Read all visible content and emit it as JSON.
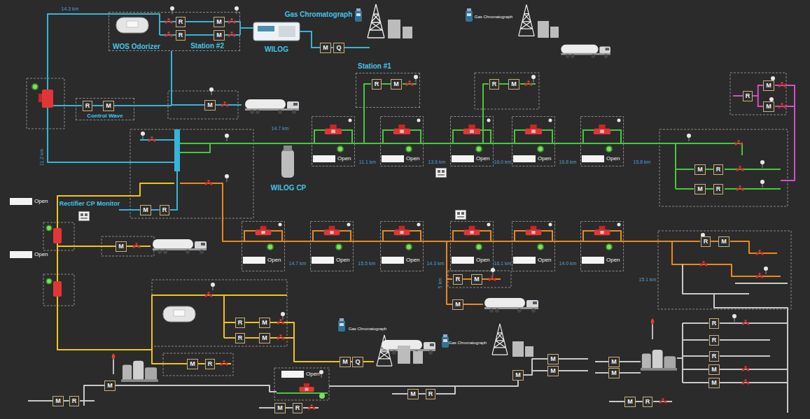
{
  "diagram": {
    "nodes": [
      {
        "text": [
          "Station #2"
        ]
      },
      {
        "text": [
          "R"
        ],
        "in": 0
      },
      {
        "text": [
          "M"
        ],
        "in": 0
      },
      {
        "text": [
          "R"
        ],
        "in": 0
      },
      {
        "text": [
          "M"
        ],
        "in": 0
      },
      {
        "text": [
          "M"
        ]
      },
      {
        "text": [
          "Q"
        ]
      },
      {
        "text": [
          "Station #1"
        ]
      },
      {
        "text": [
          "R"
        ],
        "in": 7
      },
      {
        "text": [
          "M"
        ],
        "in": 7
      },
      {
        "text": [
          "R"
        ]
      },
      {
        "text": [
          "M"
        ]
      },
      {
        "text": [
          "R"
        ]
      },
      {
        "text": [
          "M"
        ]
      },
      {
        "text": [
          "M"
        ]
      },
      {
        "text": [
          "Control Wave"
        ]
      },
      {
        "text": [
          "R"
        ],
        "in": 15
      },
      {
        "text": [
          "M"
        ],
        "in": 15
      },
      {
        "text": [
          "M"
        ]
      },
      {
        "text": [
          "Open"
        ]
      },
      {
        "text": [
          "Open"
        ]
      },
      {
        "text": [
          "Open"
        ]
      },
      {
        "text": [
          "Open"
        ]
      },
      {
        "text": [
          "Open"
        ]
      },
      {
        "text": [
          "M"
        ]
      },
      {
        "text": [
          "R"
        ]
      },
      {
        "text": [
          "M"
        ]
      },
      {
        "text": [
          "R"
        ]
      },
      {
        "text": [
          "Open"
        ]
      },
      {
        "text": [
          "M"
        ]
      },
      {
        "text": [
          "R"
        ]
      },
      {
        "text": [
          "M"
        ]
      },
      {
        "text": [
          "Open"
        ]
      },
      {
        "text": [
          "Open"
        ]
      },
      {
        "text": [
          "Open"
        ]
      },
      {
        "text": [
          "Open"
        ]
      },
      {
        "text": [
          "Open"
        ]
      },
      {
        "text": [
          "Open"
        ]
      },
      {
        "text": [
          "Open"
        ]
      },
      {
        "text": [
          "R"
        ]
      },
      {
        "text": [
          "M"
        ]
      },
      {
        "text": [
          "R"
        ]
      },
      {
        "text": [
          "M"
        ]
      },
      {
        "text": [
          "M"
        ]
      },
      {
        "text": [
          "R"
        ]
      },
      {
        "text": [
          "M"
        ]
      },
      {
        "text": [
          "R"
        ]
      },
      {
        "text": [
          "M"
        ]
      },
      {
        "text": [
          "M"
        ]
      },
      {
        "text": [
          "Q"
        ]
      },
      {
        "text": [
          "M"
        ]
      },
      {
        "text": [
          "R"
        ]
      },
      {
        "text": [
          "Open"
        ]
      },
      {
        "text": [
          "M"
        ]
      },
      {
        "text": [
          "M"
        ]
      },
      {
        "text": [
          "M"
        ]
      },
      {
        "text": [
          "R"
        ]
      },
      {
        "text": [
          "R"
        ]
      },
      {
        "text": [
          "R"
        ]
      },
      {
        "text": [
          "M"
        ]
      },
      {
        "text": [
          "M"
        ]
      },
      {
        "text": [
          "M"
        ]
      },
      {
        "text": [
          "M"
        ]
      },
      {
        "text": [
          "M"
        ]
      },
      {
        "text": [
          "M"
        ]
      },
      {
        "text": [
          "R"
        ]
      },
      {
        "text": [
          "M"
        ]
      },
      {
        "text": [
          "R"
        ]
      },
      {
        "text": [
          "M"
        ]
      },
      {
        "text": [
          "R"
        ]
      },
      {
        "text": [
          "M"
        ]
      },
      {
        "text": [
          "R"
        ]
      }
    ],
    "edges": [
      {
        "from": 1,
        "to": 2,
        "arrow": "none"
      },
      {
        "from": 3,
        "to": 4,
        "arrow": "none"
      },
      {
        "from": 5,
        "to": 6,
        "arrow": "none"
      },
      {
        "from": 8,
        "to": 9,
        "arrow": "none"
      },
      {
        "from": 10,
        "to": 11,
        "arrow": "none"
      },
      {
        "from": 12,
        "to": 13,
        "arrow": "none"
      },
      {
        "from": 12,
        "to": 14,
        "arrow": "none"
      },
      {
        "from": 16,
        "to": 17,
        "arrow": "none"
      },
      {
        "from": 24,
        "to": 25,
        "arrow": "none"
      },
      {
        "from": 26,
        "to": 27,
        "arrow": "none"
      },
      {
        "from": 29,
        "to": 30,
        "arrow": "none"
      },
      {
        "from": 39,
        "to": 40,
        "arrow": "none"
      },
      {
        "from": 41,
        "to": 42,
        "arrow": "none"
      },
      {
        "from": 44,
        "to": 45,
        "arrow": "none"
      },
      {
        "from": 46,
        "to": 47,
        "arrow": "none"
      },
      {
        "from": 48,
        "to": 49,
        "arrow": "none"
      },
      {
        "from": 50,
        "to": 51,
        "arrow": "none"
      },
      {
        "from": 64,
        "to": 65,
        "arrow": "none"
      },
      {
        "from": 66,
        "to": 67,
        "arrow": "none"
      },
      {
        "from": 68,
        "to": 69,
        "arrow": "none"
      },
      {
        "from": 70,
        "to": 71,
        "arrow": "none"
      }
    ],
    "labels": [
      "14.3 km",
      "WOS Odorizer",
      "WILOG",
      "Gas Chromatograph",
      "Gas Chromatograph",
      "11.2 km",
      "14.7 km",
      "11.1 km",
      "13.6 km",
      "16.0 km",
      "16.8 km",
      "15.8 km",
      "WILOG CP",
      "Rectifier CP Monitor",
      "14.7 km",
      "15.5 km",
      "14.3 km",
      "16.1 km",
      "14.0 km",
      "15.1 km",
      "5 km",
      "Gas Chromatograph",
      "Gas Chromatograph"
    ]
  }
}
